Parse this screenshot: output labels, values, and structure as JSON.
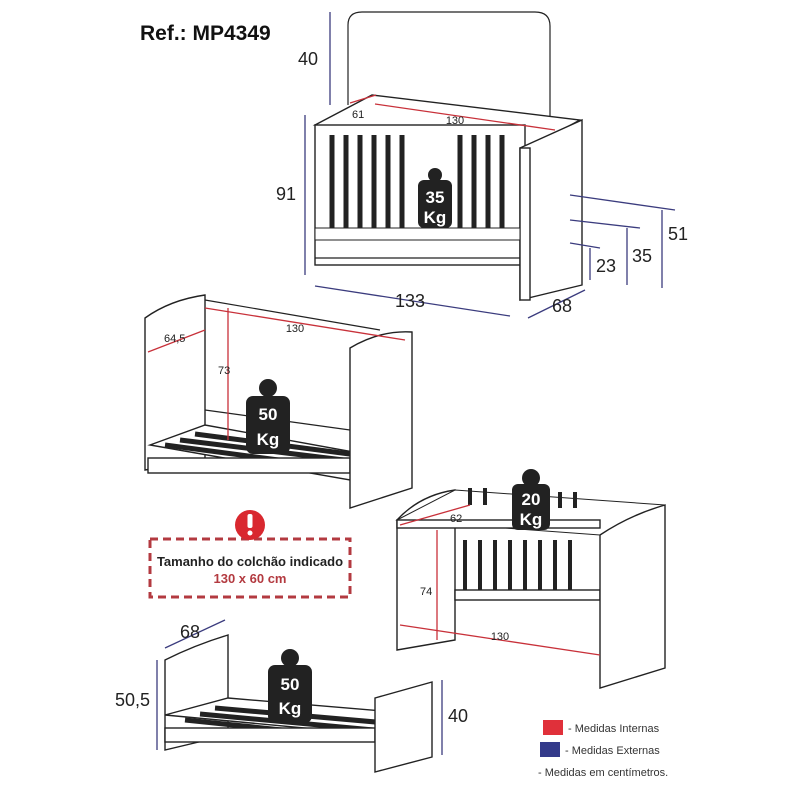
{
  "title": "Ref.: MP4349",
  "colors": {
    "internal": "#e0303a",
    "external": "#333a8a",
    "warning": "#d9282f"
  },
  "crib": {
    "headboard_height": "40",
    "inner_depth": "61",
    "inner_width": "130",
    "height": "91",
    "weight": "35",
    "weight_unit": "Kg",
    "h51": "51",
    "h35": "35",
    "h23": "23",
    "width": "133",
    "depth": "68"
  },
  "sofa_bed": {
    "inner_depth": "64,5",
    "inner_width": "130",
    "inner_height": "73",
    "weight": "50",
    "weight_unit": "Kg"
  },
  "crib_low": {
    "inner_depth": "62",
    "weight": "20",
    "weight_unit": "Kg",
    "inner_height": "74",
    "inner_width": "130"
  },
  "mini_bed": {
    "depth": "68",
    "height": "50,5",
    "weight": "50",
    "weight_unit": "Kg",
    "foot_height": "40"
  },
  "mattress_notice": {
    "label": "Tamanho do colchão indicado",
    "size": "130 x 60 cm"
  },
  "legend": {
    "internal": "- Medidas Internas",
    "external": "- Medidas Externas",
    "units": "- Medidas em centímetros."
  }
}
